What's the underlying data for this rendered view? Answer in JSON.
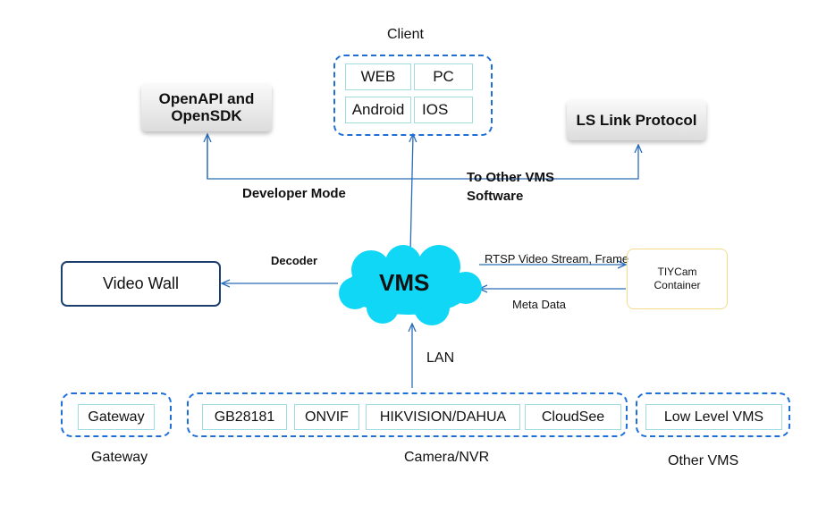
{
  "client": {
    "title": "Client",
    "items": [
      "WEB",
      "PC",
      "Android",
      "IOS"
    ]
  },
  "openapi": {
    "label": "OpenAPI and\nOpenSDK"
  },
  "ls_link": {
    "label": "LS Link Protocol"
  },
  "developer_mode": "Developer Mode",
  "to_other_vms": "To Other VMS\nSoftware",
  "video_wall": "Video Wall",
  "decoder": "Decoder",
  "vms": "VMS",
  "rtsp": "RTSP Video Stream, Frame",
  "meta_data": "Meta Data",
  "tiycam": "TIYCam\nContainer",
  "lan": "LAN",
  "gateway": {
    "item": "Gateway",
    "caption": "Gateway"
  },
  "camera": {
    "items": [
      "GB28181",
      "ONVIF",
      "HIKVISION/DAHUA",
      "CloudSee"
    ],
    "caption": "Camera/NVR"
  },
  "other_vms": {
    "item": "Low Level VMS",
    "caption": "Other VMS"
  },
  "colors": {
    "group_border": "#1f6fd6",
    "cell_border": "#9fdcdf",
    "line": "#2b6cb8",
    "cloud": "#10d7f5",
    "video_wall_border": "#1c3f6e",
    "tiycam_border": "#f5dc8a"
  }
}
